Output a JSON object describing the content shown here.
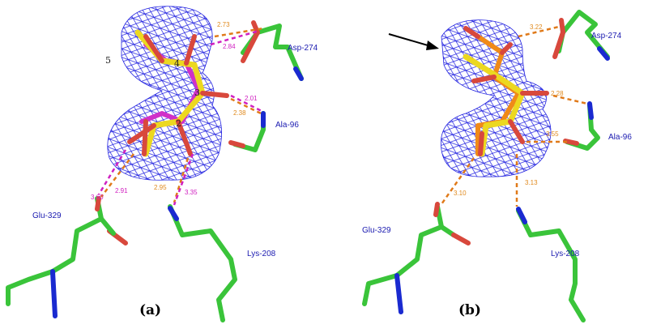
{
  "panels": [
    {
      "label": "(a)",
      "residues": [
        "Asp-274",
        "Ala-96",
        "Glu-329",
        "Lys-208"
      ],
      "atom_numbers": [
        "5",
        "4",
        "3",
        "2"
      ],
      "distances_orange": [
        "2.73",
        "2.38",
        "2.95",
        "2.91"
      ],
      "distances_magenta": [
        "2.84",
        "2.01",
        "3.60",
        "3.35"
      ]
    },
    {
      "label": "(b)",
      "residues": [
        "Asp-274",
        "Ala-96",
        "Glu-329",
        "Lys-208"
      ],
      "distances_orange": [
        "3.22",
        "2.28",
        "3.55",
        "3.10",
        "3.13"
      ],
      "arrow": "arrow-icon"
    }
  ],
  "colors": {
    "mesh": "#2020e0",
    "carbon": "#3ac43a",
    "oxygen": "#d8483c",
    "nitrogen": "#1a2ad0",
    "ligand_a": "#ecd820",
    "ligand_a_alt": "#d030c8",
    "ligand_b_alt": "#f08a18",
    "hbond_orange": "#e07a1a",
    "hbond_magenta": "#d020c0"
  }
}
